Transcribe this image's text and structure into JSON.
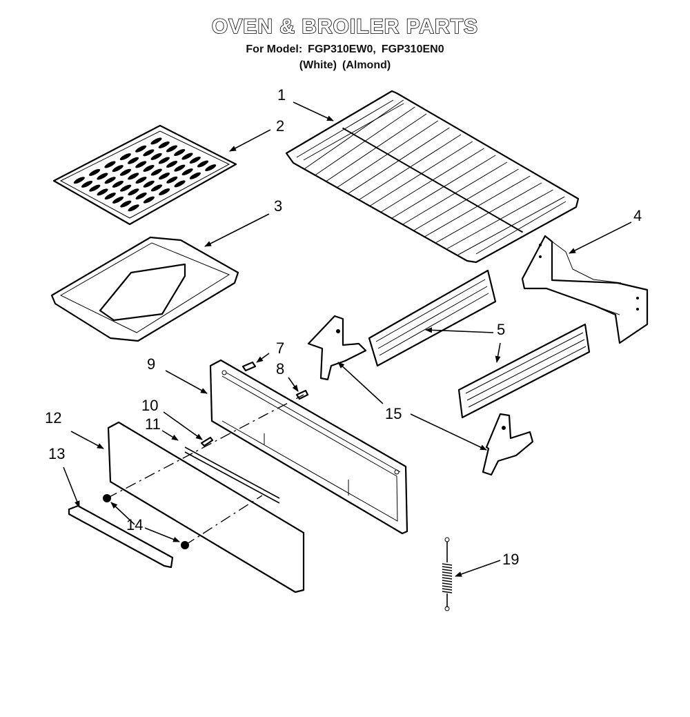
{
  "title": "OVEN & BROILER PARTS",
  "subtitle": {
    "prefix": "For Model:",
    "model_white": "FGP310EW0,",
    "model_almond": "FGP310EN0",
    "color_white": "(White)",
    "color_almond": "(Almond)"
  },
  "callouts": {
    "c1": "1",
    "c2": "2",
    "c3": "3",
    "c4": "4",
    "c5": "5",
    "c7": "7",
    "c8": "8",
    "c9": "9",
    "c10": "10",
    "c11": "11",
    "c12": "12",
    "c13": "13",
    "c14": "14",
    "c15": "15",
    "c19": "19"
  }
}
